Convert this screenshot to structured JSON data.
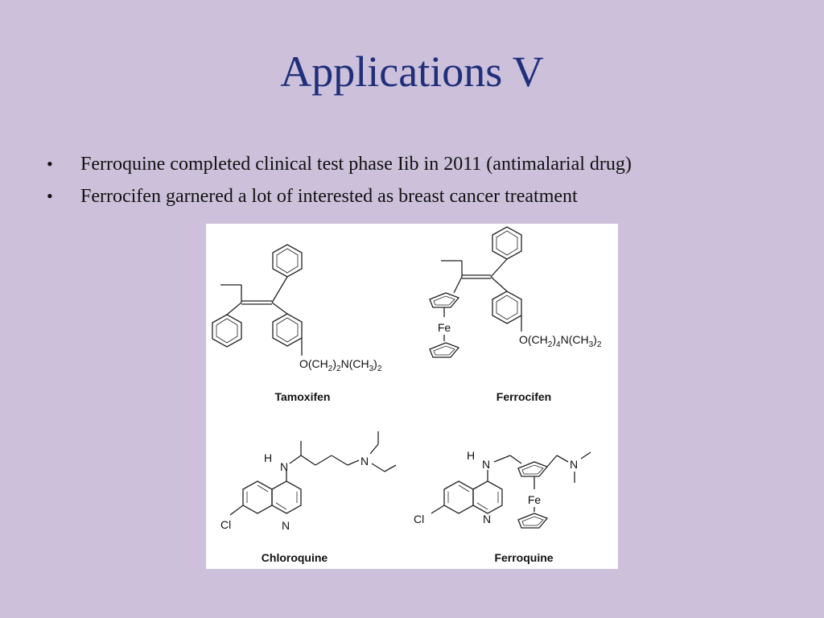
{
  "slide": {
    "title": "Applications V",
    "bullets": [
      "Ferroquine completed clinical test phase Iib in 2011 (antimalarial drug)",
      "Ferrocifen garnered a lot of interested as breast cancer treatment"
    ],
    "bullet_glyph": "•"
  },
  "figure": {
    "structures": [
      {
        "name": "Tamoxifen",
        "labels": [
          "O(CH",
          "2",
          ")",
          "2",
          "N(CH",
          "3",
          ")",
          "2"
        ]
      },
      {
        "name": "Ferrocifen",
        "labels": [
          "Fe",
          "O(CH",
          "2",
          ")",
          "4",
          "N(CH",
          "3",
          ")",
          "2"
        ]
      },
      {
        "name": "Chloroquine",
        "labels": [
          "H",
          "N",
          "N",
          "Cl",
          "N"
        ]
      },
      {
        "name": "Ferroquine",
        "labels": [
          "H",
          "N",
          "N",
          "Fe",
          "Cl",
          "N"
        ]
      }
    ]
  },
  "colors": {
    "background": "#ccc0da",
    "title": "#1f2f7a",
    "text": "#111111",
    "figure_bg": "#ffffff"
  }
}
